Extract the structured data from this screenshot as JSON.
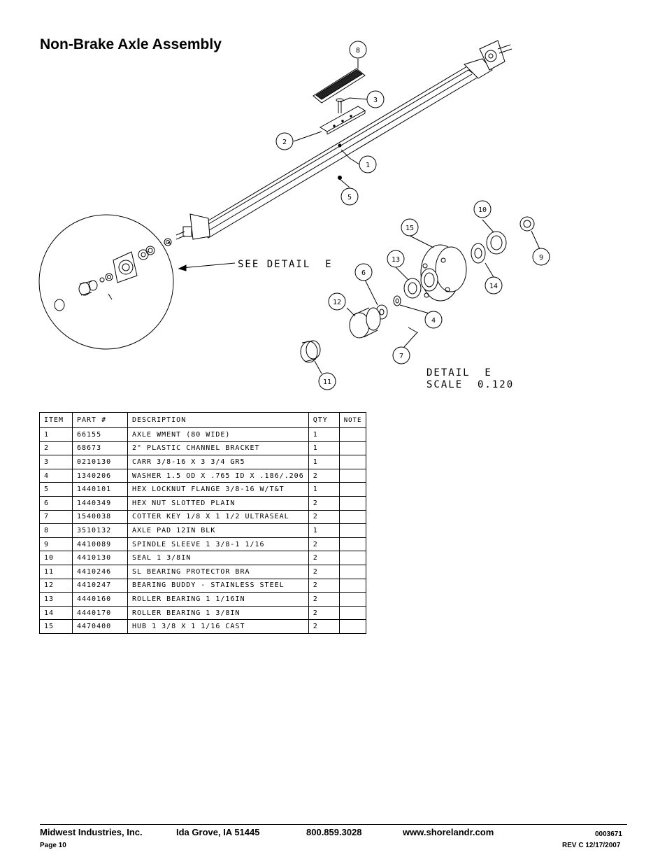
{
  "title": "Non-Brake Axle Assembly",
  "callouts": {
    "see_detail": "SEE DETAIL  E",
    "detail_label": "DETAIL  E",
    "detail_scale": "SCALE  0.120",
    "balloons": [
      "1",
      "2",
      "3",
      "4",
      "5",
      "6",
      "7",
      "8",
      "9",
      "10",
      "11",
      "12",
      "13",
      "14",
      "15"
    ]
  },
  "table": {
    "headers": [
      "ITEM",
      "PART #",
      "DESCRIPTION",
      "QTY",
      "NOTE"
    ],
    "rows": [
      {
        "item": "1",
        "part": "66155",
        "desc": "AXLE WMENT (80 WIDE)",
        "qty": "1",
        "note": ""
      },
      {
        "item": "2",
        "part": "68673",
        "desc": "2\" PLASTIC CHANNEL BRACKET",
        "qty": "1",
        "note": ""
      },
      {
        "item": "3",
        "part": "0210130",
        "desc": "CARR 3/8-16 X 3 3/4 GR5",
        "qty": "1",
        "note": ""
      },
      {
        "item": "4",
        "part": "1340206",
        "desc": "WASHER 1.5 OD X .765 ID X .186/.206",
        "qty": "2",
        "note": ""
      },
      {
        "item": "5",
        "part": "1440101",
        "desc": "HEX LOCKNUT FLANGE 3/8-16 W/T&T",
        "qty": "1",
        "note": ""
      },
      {
        "item": "6",
        "part": "1440349",
        "desc": "HEX NUT SLOTTED PLAIN",
        "qty": "2",
        "note": ""
      },
      {
        "item": "7",
        "part": "1540038",
        "desc": "COTTER KEY 1/8 X 1 1/2 ULTRASEAL",
        "qty": "2",
        "note": ""
      },
      {
        "item": "8",
        "part": "3510132",
        "desc": "AXLE PAD 12IN  BLK",
        "qty": "1",
        "note": ""
      },
      {
        "item": "9",
        "part": "4410089",
        "desc": "SPINDLE SLEEVE  1 3/8-1 1/16",
        "qty": "2",
        "note": ""
      },
      {
        "item": "10",
        "part": "4410130",
        "desc": "SEAL  1 3/8IN",
        "qty": "2",
        "note": ""
      },
      {
        "item": "11",
        "part": "4410246",
        "desc": "SL BEARING PROTECTOR BRA",
        "qty": "2",
        "note": ""
      },
      {
        "item": "12",
        "part": "4410247",
        "desc": "BEARING BUDDY - STAINLESS STEEL",
        "qty": "2",
        "note": ""
      },
      {
        "item": "13",
        "part": "4440160",
        "desc": "ROLLER BEARING   1 1/16IN",
        "qty": "2",
        "note": ""
      },
      {
        "item": "14",
        "part": "4440170",
        "desc": "ROLLER BEARING   1 3/8IN",
        "qty": "2",
        "note": ""
      },
      {
        "item": "15",
        "part": "4470400",
        "desc": "HUB   1 3/8 X 1 1/16 CAST",
        "qty": "2",
        "note": ""
      }
    ]
  },
  "footer": {
    "company": "Midwest Industries, Inc.",
    "location": "Ida Grove, IA  51445",
    "phone": "800.859.3028",
    "website": "www.shorelandr.com",
    "doc_number": "0003671",
    "page": "Page 10",
    "revision": "REV C  12/17/2007"
  }
}
